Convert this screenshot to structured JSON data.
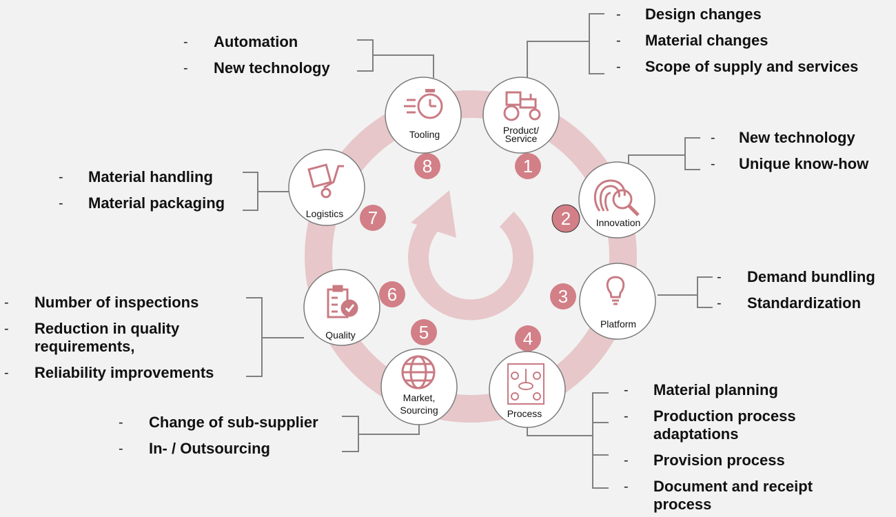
{
  "accent_color": "#d27f87",
  "ring_color": "#e7c7ca",
  "nodes": [
    {
      "num": "1",
      "label_lines": [
        "Product/",
        "Service"
      ],
      "icon": "tractor-icon"
    },
    {
      "num": "2",
      "label_lines": [
        "Innovation"
      ],
      "icon": "fingerprint-magnifier-icon"
    },
    {
      "num": "3",
      "label_lines": [
        "Platform"
      ],
      "icon": "lightbulb-icon"
    },
    {
      "num": "4",
      "label_lines": [
        "Process"
      ],
      "icon": "process-flow-icon"
    },
    {
      "num": "5",
      "label_lines": [
        "Market,",
        "Sourcing"
      ],
      "icon": "globe-icon"
    },
    {
      "num": "6",
      "label_lines": [
        "Quality"
      ],
      "icon": "clipboard-check-icon"
    },
    {
      "num": "7",
      "label_lines": [
        "Logistics"
      ],
      "icon": "hand-truck-icon"
    },
    {
      "num": "8",
      "label_lines": [
        "Tooling"
      ],
      "icon": "stopwatch-icon"
    }
  ],
  "groups": {
    "tooling": [
      "Automation",
      "New technology"
    ],
    "product": [
      "Design changes",
      "Material changes",
      "Scope of supply and services"
    ],
    "innovation": [
      "New technology",
      "Unique know-how"
    ],
    "logistics": [
      "Material handling",
      "Material packaging"
    ],
    "quality": [
      "Number of inspections",
      "Reduction in quality requirements,",
      "Reliability improvements"
    ],
    "platform": [
      "Demand bundling",
      "Standardization"
    ],
    "market": [
      "Change of sub-supplier",
      "In- / Outsourcing"
    ],
    "process": [
      "Material planning",
      "Production process adaptations",
      "Provision process",
      "Document and receipt process"
    ]
  },
  "dash": "-"
}
